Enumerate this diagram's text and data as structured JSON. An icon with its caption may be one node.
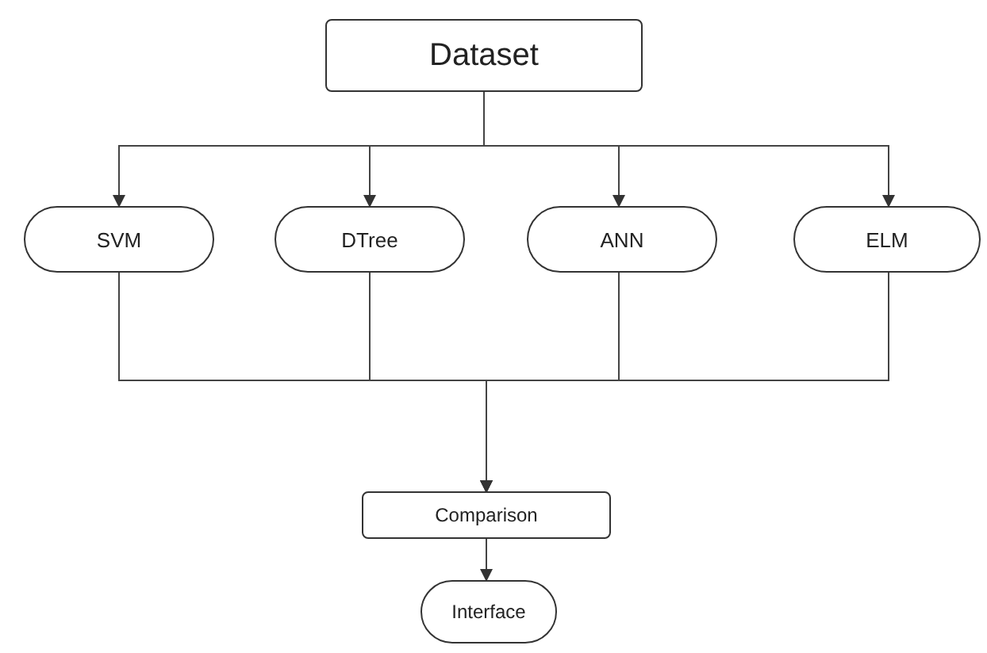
{
  "diagram": {
    "nodes": [
      {
        "text": [
          "Dataset"
        ]
      },
      {
        "text": [
          "SVM"
        ]
      },
      {
        "text": [
          "DTree"
        ]
      },
      {
        "text": [
          "ANN"
        ]
      },
      {
        "text": [
          "ELM"
        ]
      },
      {
        "text": [
          "Comparison"
        ]
      },
      {
        "text": [
          "Interface"
        ]
      }
    ],
    "edges": [
      {
        "from": 0,
        "to": 1,
        "arrow": "to"
      },
      {
        "from": 0,
        "to": 2,
        "arrow": "to"
      },
      {
        "from": 0,
        "to": 3,
        "arrow": "to"
      },
      {
        "from": 0,
        "to": 4,
        "arrow": "to"
      },
      {
        "from": 1,
        "to": 5,
        "arrow": "to"
      },
      {
        "from": 2,
        "to": 5,
        "arrow": "to"
      },
      {
        "from": 3,
        "to": 5,
        "arrow": "to"
      },
      {
        "from": 4,
        "to": 5,
        "arrow": "to"
      },
      {
        "from": 5,
        "to": 6,
        "arrow": "to"
      }
    ]
  }
}
